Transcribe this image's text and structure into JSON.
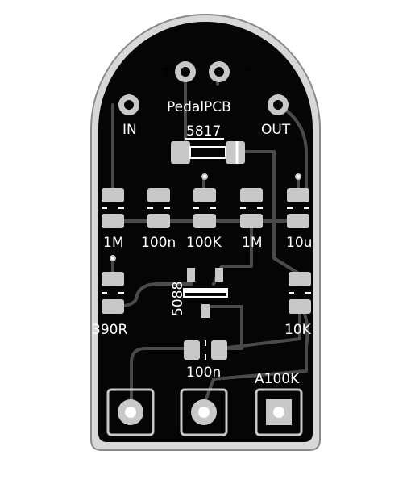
{
  "board": {
    "brand": "PedalPCB",
    "power_pos": "+",
    "power_neg": "-",
    "in_label": "IN",
    "out_label": "OUT"
  },
  "components": {
    "diode_top": "5817",
    "r1": "1M",
    "c1": "100n",
    "r2": "100K",
    "r3": "1M",
    "c2": "10u",
    "r4": "390R",
    "ic": "5088",
    "r5": "10K",
    "c3": "100n",
    "pot": "A100K"
  },
  "colors": {
    "board_fill": "#050505",
    "board_edge": "#9a9a9a",
    "trace": "#4a4a4a",
    "pad": "#c8c8c8",
    "silk": "#ffffff"
  }
}
